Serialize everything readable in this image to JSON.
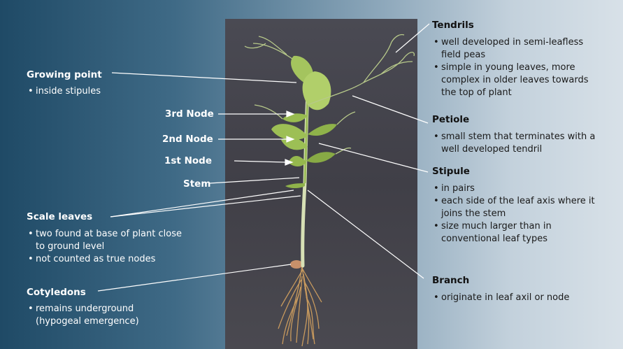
{
  "labels": {
    "growing_point": {
      "title": "Growing point",
      "items": [
        "inside stipules"
      ]
    },
    "third_node": "3rd Node",
    "second_node": "2nd Node",
    "first_node": "1st Node",
    "stem": "Stem",
    "scale_leaves": {
      "title": "Scale leaves",
      "items": [
        "two found at base of plant close",
        "to ground level",
        "not counted as true nodes"
      ]
    },
    "cotyledons": {
      "title": "Cotyledons",
      "items": [
        "remains underground",
        "(hypogeal emergence)"
      ]
    },
    "tendrils": {
      "title": "Tendrils",
      "items": [
        "well developed in semi-leafless",
        "field peas",
        "simple in young leaves, more",
        "complex in older leaves towards",
        "the top of plant"
      ]
    },
    "petiole": {
      "title": "Petiole",
      "items": [
        "small stem that terminates with a",
        "well developed tendril"
      ]
    },
    "stipule": {
      "title": "Stipule",
      "items": [
        "in pairs",
        "each side of the leaf axis where it",
        "joins the stem",
        "size much larger than in",
        "conventional leaf types"
      ]
    },
    "branch": {
      "title": "Branch",
      "items": [
        "originate in leaf axil or node"
      ]
    }
  },
  "colors": {
    "background_left": "#1f4a66",
    "background_right": "#d8e1e8",
    "photo_background": "#45444c",
    "leaf_green": "#8fb24a",
    "stem_pale": "#d7e0b5",
    "roots": "#c89a5e",
    "pointer_lines": "#ffffff"
  }
}
